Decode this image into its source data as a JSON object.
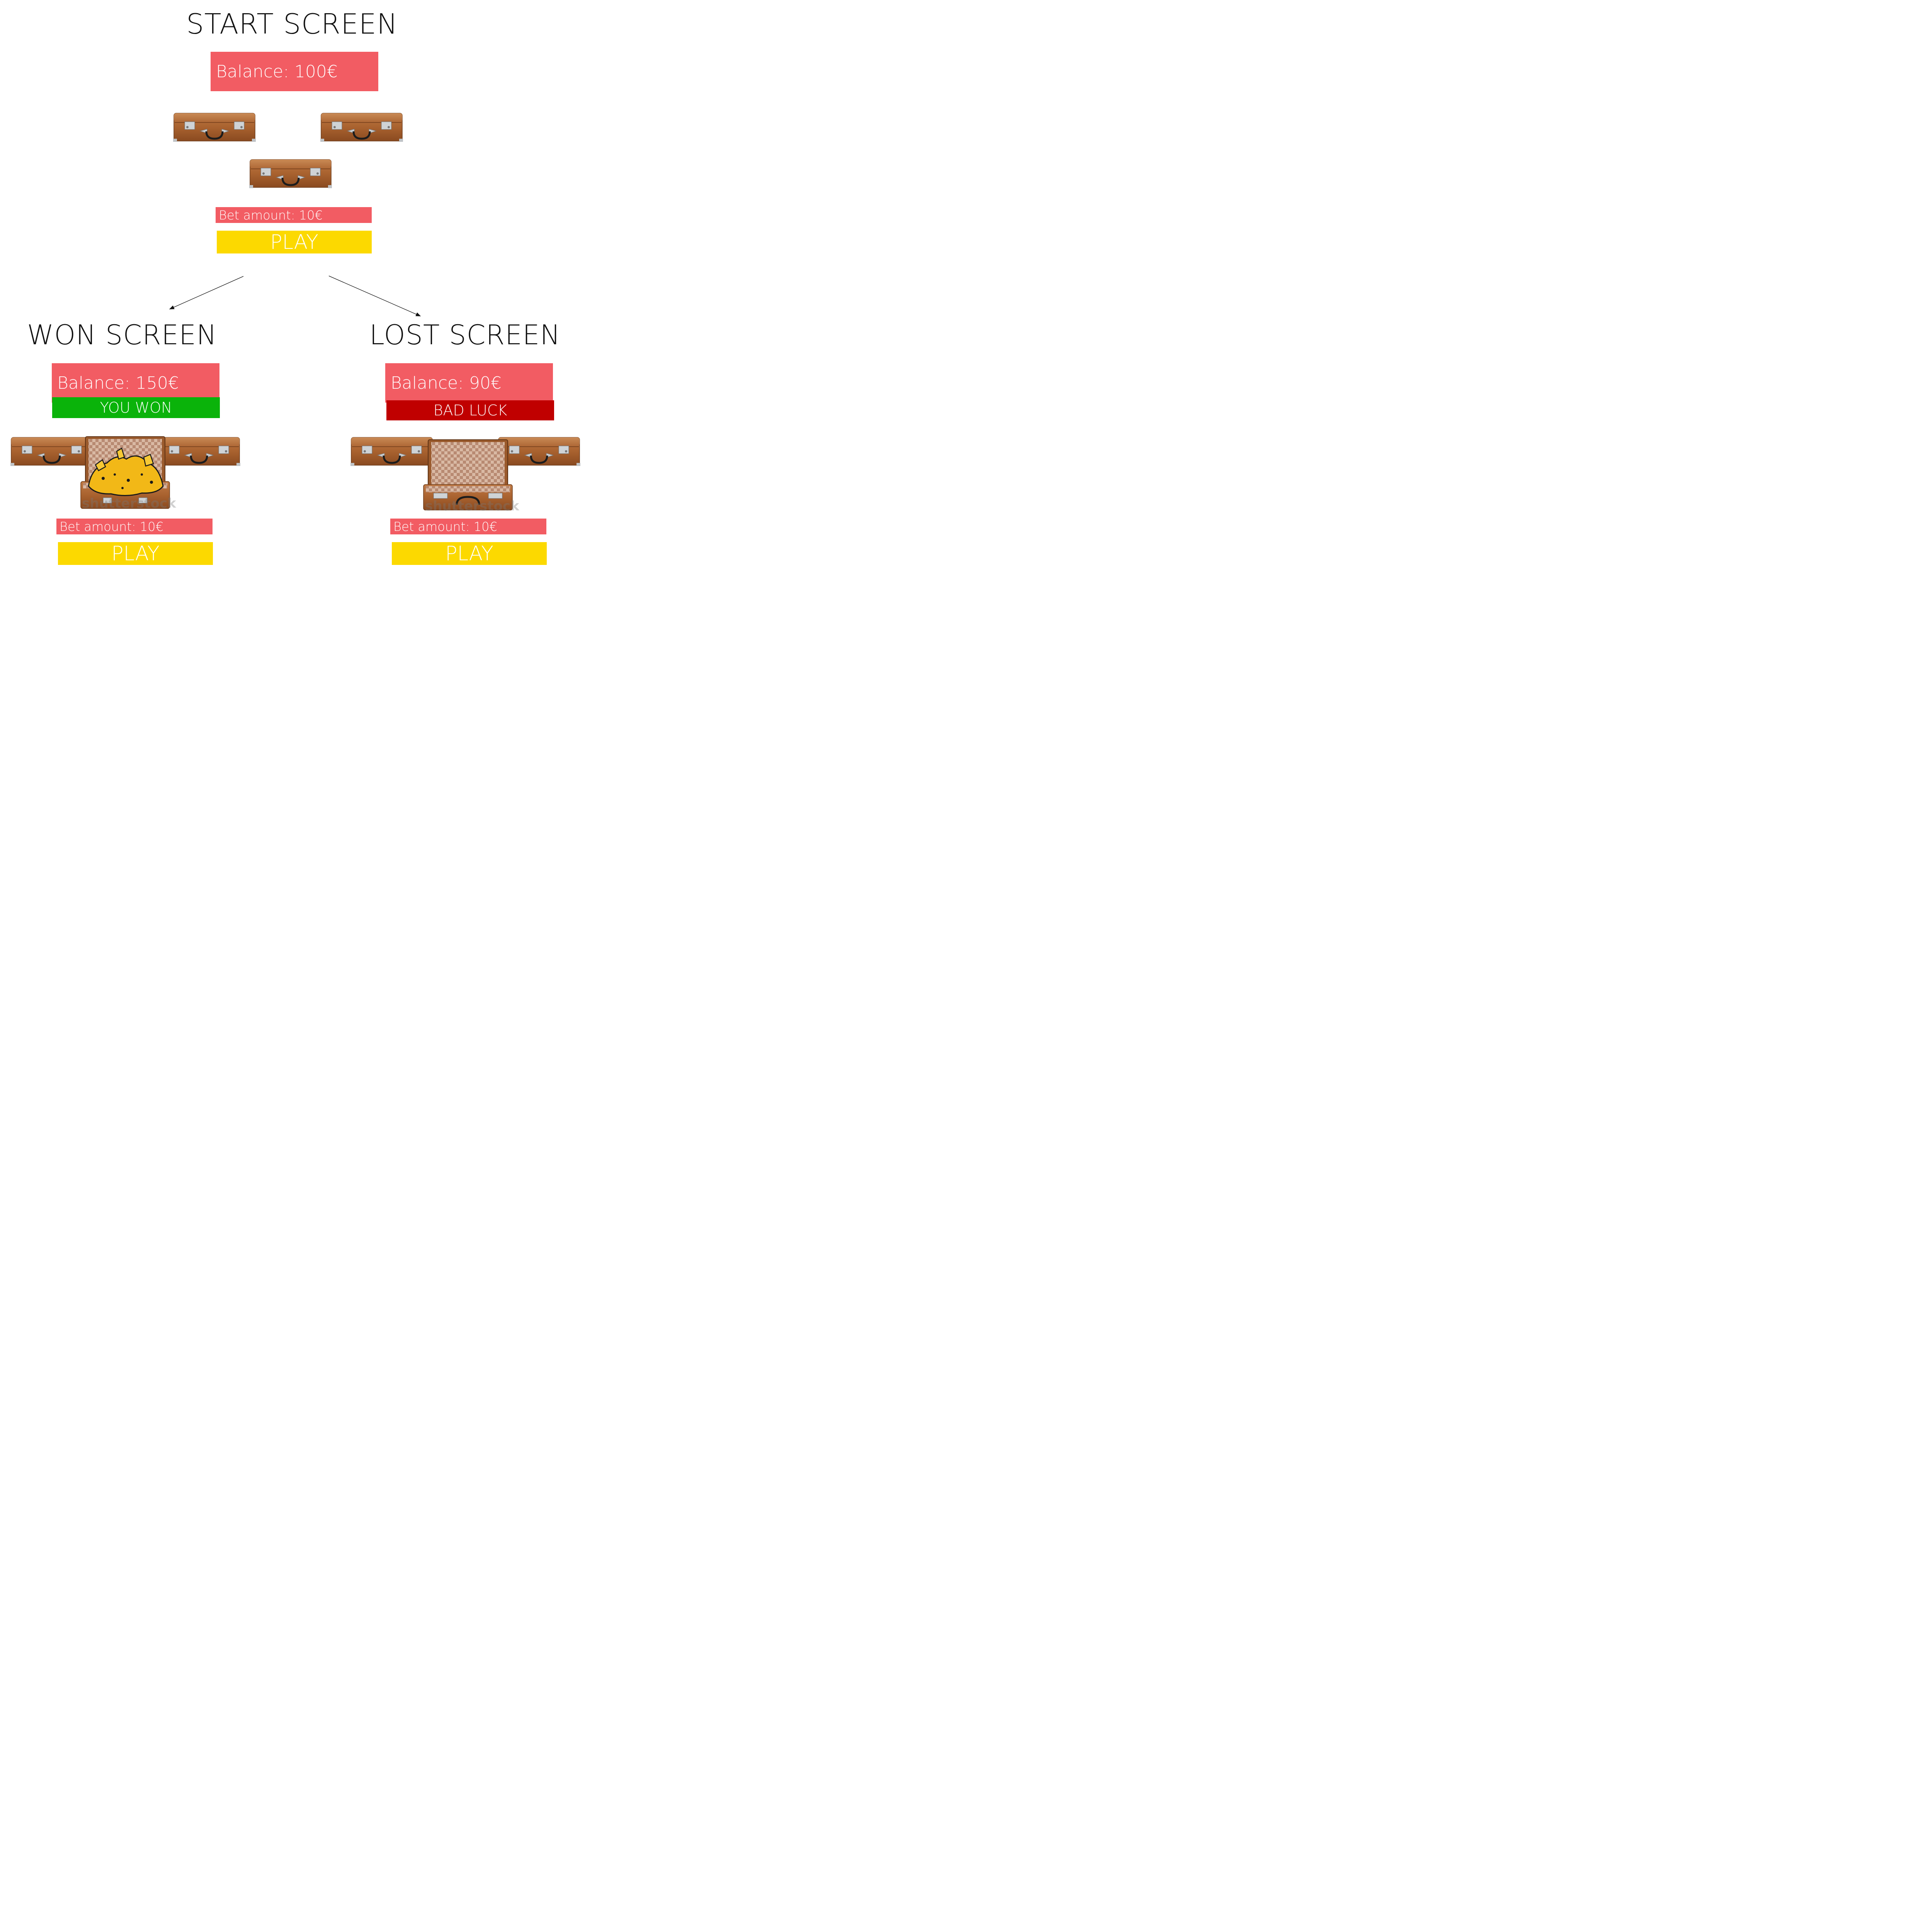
{
  "start": {
    "title": "START SCREEN",
    "balance": "Balance: 100€",
    "bet": "Bet amount: 10€",
    "play": "PLAY"
  },
  "won": {
    "title": "WON SCREEN",
    "balance": "Balance: 150€",
    "status": "YOU WON",
    "bet": "Bet amount: 10€",
    "play": "PLAY",
    "watermark": "shutterstock"
  },
  "lost": {
    "title": "LOST SCREEN",
    "balance": "Balance: 90€",
    "status": "BAD LUCK",
    "bet": "Bet amount: 10€",
    "play": "PLAY",
    "watermark": "shutterstock"
  },
  "colors": {
    "balance_bg": "#f25c63",
    "play_bg": "#fcd900",
    "won_bg": "#0ab30a",
    "lost_bg": "#c00000"
  },
  "icons": [
    "closed-briefcase-icon",
    "open-briefcase-gold-icon",
    "open-briefcase-empty-icon",
    "arrow-icon"
  ]
}
